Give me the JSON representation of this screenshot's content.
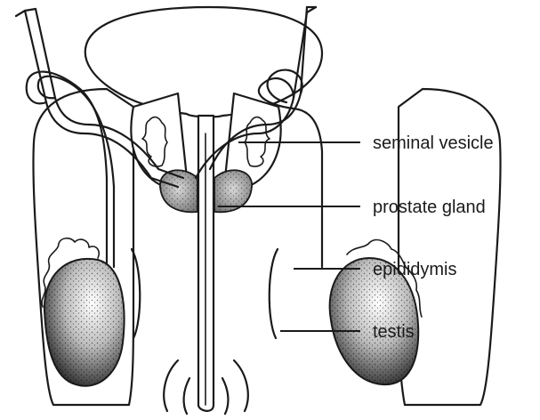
{
  "diagram": {
    "labels": {
      "seminal_vesicle": "seminal vesicle",
      "prostate_gland": "prostate gland",
      "epididymis": "epididymis",
      "testis": "testis"
    }
  }
}
